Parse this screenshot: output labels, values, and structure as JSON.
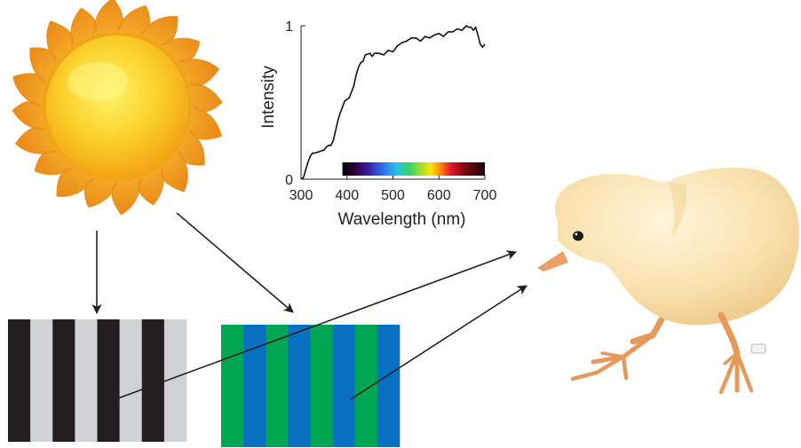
{
  "chart_data": {
    "type": "line",
    "title": "",
    "xlabel": "Wavelength (nm)",
    "ylabel": "Intensity",
    "xlim": [
      300,
      700
    ],
    "ylim": [
      0,
      1
    ],
    "x_ticks": [
      "300",
      "400",
      "500",
      "600",
      "700"
    ],
    "y_ticks": [
      "0",
      "1"
    ],
    "series": [
      {
        "x": [
          300,
          305,
          310,
          315,
          320,
          325,
          330,
          340,
          350,
          355,
          360,
          365,
          370,
          380,
          385,
          390,
          395,
          400,
          405,
          410,
          415,
          420,
          425,
          430,
          435,
          440,
          450,
          455,
          460,
          470,
          480,
          490,
          500,
          510,
          520,
          530,
          540,
          550,
          560,
          570,
          580,
          590,
          600,
          610,
          620,
          630,
          640,
          650,
          660,
          665,
          670,
          675,
          680,
          685,
          690,
          695,
          700
        ],
        "y": [
          0.0,
          0.01,
          0.06,
          0.11,
          0.15,
          0.17,
          0.17,
          0.18,
          0.19,
          0.21,
          0.22,
          0.22,
          0.25,
          0.38,
          0.43,
          0.47,
          0.51,
          0.52,
          0.53,
          0.57,
          0.61,
          0.68,
          0.73,
          0.76,
          0.77,
          0.81,
          0.82,
          0.8,
          0.82,
          0.82,
          0.81,
          0.84,
          0.83,
          0.87,
          0.89,
          0.9,
          0.92,
          0.92,
          0.9,
          0.93,
          0.92,
          0.94,
          0.95,
          0.93,
          0.96,
          0.96,
          0.98,
          0.97,
          1.0,
          0.99,
          0.99,
          0.97,
          0.99,
          0.94,
          0.88,
          0.86,
          0.88
        ]
      }
    ],
    "visible_spectrum_bar": {
      "start": 390,
      "end": 700
    }
  },
  "colors": {
    "sun_core": "#f7b916",
    "sun_core_highlight": "#fdf46a",
    "sun_rays": "#f49f17",
    "grating_black": "#231f20",
    "grating_gray": "#d1d2d4",
    "grating_green": "#00a651",
    "grating_blue": "#0870c1",
    "chick_body": "#f7dca6",
    "chick_beak": "#e9a56f",
    "arrow": "#231f20"
  },
  "illustrations": {
    "sun": "sun-icon",
    "chick": "chick-illustration",
    "achromatic_grating_stripes": 8,
    "chromatic_grating_stripes": 8
  }
}
